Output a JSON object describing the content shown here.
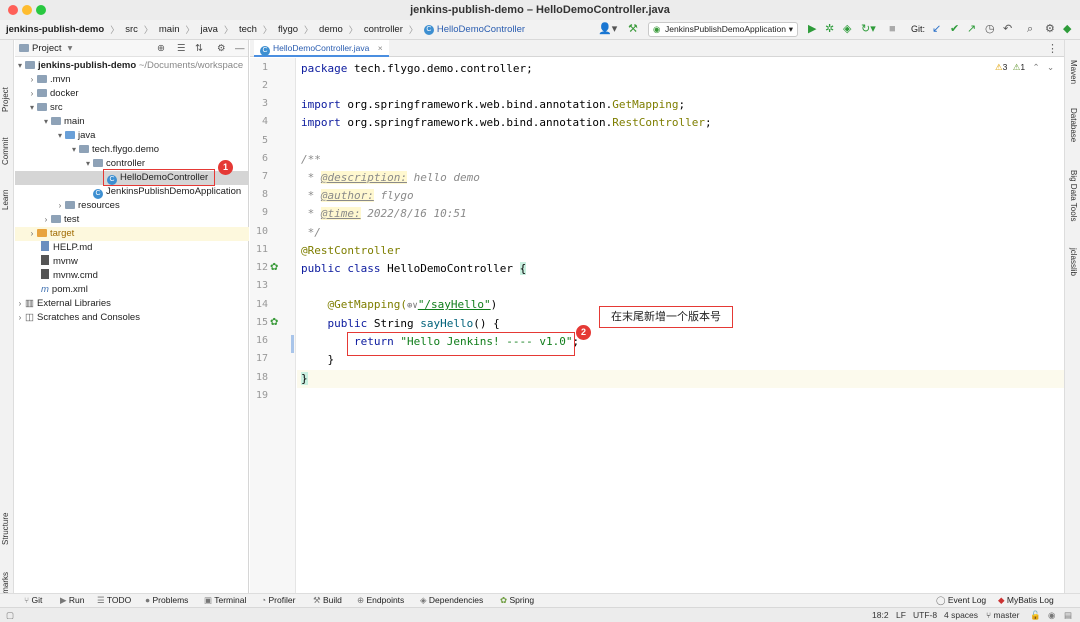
{
  "window": {
    "title": "jenkins-publish-demo – HelloDemoController.java"
  },
  "breadcrumb": [
    "jenkins-publish-demo",
    "src",
    "main",
    "java",
    "tech",
    "flygo",
    "demo",
    "controller",
    "HelloDemoController"
  ],
  "toolbar": {
    "run_config": "JenkinsPublishDemoApplication",
    "git_label": "Git:"
  },
  "left_tabs": {
    "project": "Project",
    "commit": "Commit",
    "learn": "Learn",
    "structure": "Structure",
    "bookmarks": "Bookmarks"
  },
  "right_tabs": {
    "maven": "Maven",
    "database": "Database",
    "bigdata": "Big Data Tools",
    "jclasslib": "jclasslib"
  },
  "project_panel": {
    "title": "Project",
    "root_name": "jenkins-publish-demo",
    "root_path": "~/Documents/workspace",
    "items": [
      ".mvn",
      "docker",
      "src",
      "main",
      "java",
      "tech.flygo.demo",
      "controller",
      "HelloDemoController",
      "JenkinsPublishDemoApplication",
      "resources",
      "test",
      "target",
      "HELP.md",
      "mvnw",
      "mvnw.cmd",
      "pom.xml",
      "External Libraries",
      "Scratches and Consoles"
    ]
  },
  "editor": {
    "tab": "HelloDemoController.java",
    "inspections": {
      "warnings": "3",
      "weak": "1"
    },
    "line_numbers": [
      "1",
      "2",
      "3",
      "4",
      "5",
      "6",
      "7",
      "8",
      "9",
      "10",
      "11",
      "12",
      "13",
      "14",
      "15",
      "16",
      "17",
      "18",
      "19"
    ],
    "code": {
      "l1_kw": "package",
      "l1_rest": " tech.flygo.demo.controller;",
      "l3_kw": "import",
      "l3_pre": " org.springframework.web.bind.annotation.",
      "l3_cls": "GetMapping",
      "l3_end": ";",
      "l4_kw": "import",
      "l4_pre": " org.springframework.web.bind.annotation.",
      "l4_cls": "RestController",
      "l4_end": ";",
      "l6": "/**",
      "l7_pre": " * ",
      "l7_tag": "@description:",
      "l7_text": " hello demo",
      "l8_pre": " * ",
      "l8_tag": "@author:",
      "l8_text": " flygo",
      "l9_pre": " * ",
      "l9_tag": "@time:",
      "l9_text": " 2022/8/16 10:51",
      "l10": " */",
      "l11": "@RestController",
      "l12_kw": "public class",
      "l12_name": " HelloDemoController ",
      "l12_brace": "{",
      "l14_ann": "    @GetMapping(",
      "l14_icon": "⊕∨",
      "l14_str": "\"/sayHello\"",
      "l14_end": ")",
      "l15_kw": "    public",
      "l15_type": " String ",
      "l15_fn": "sayHello",
      "l15_end": "() {",
      "l16_kw": "        return",
      "l16_str": " \"Hello Jenkins! ---- v1.0\"",
      "l16_end": ";",
      "l17": "    }",
      "l18": "}"
    }
  },
  "annotations": {
    "badge1": "1",
    "badge2": "2",
    "callout": "在末尾新增一个版本号"
  },
  "bottom_tools": [
    "Git",
    "Run",
    "TODO",
    "Problems",
    "Terminal",
    "Profiler",
    "Build",
    "Endpoints",
    "Dependencies",
    "Spring"
  ],
  "bottom_right": [
    "Event Log",
    "MyBatis Log"
  ],
  "status": {
    "position": "18:2",
    "line_sep": "LF",
    "encoding": "UTF-8",
    "indent": "4 spaces",
    "branch": "master"
  }
}
